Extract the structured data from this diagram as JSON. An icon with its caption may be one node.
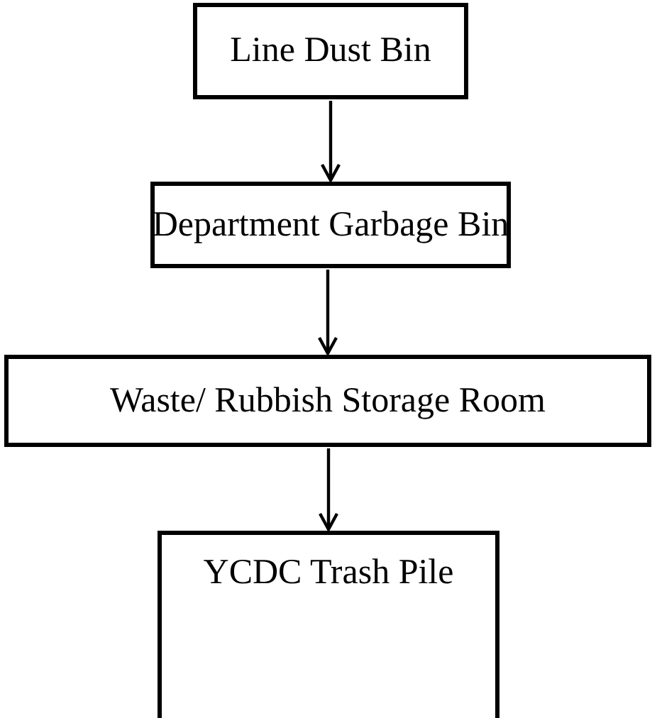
{
  "diagram": {
    "nodes": [
      {
        "text": [
          "Line Dust Bin"
        ]
      },
      {
        "text": [
          "Department Garbage Bin"
        ]
      },
      {
        "text": [
          "Waste/ Rubbish Storage Room"
        ]
      },
      {
        "text": [
          "YCDC Trash Pile"
        ]
      }
    ],
    "edges": [
      {
        "from": 0,
        "to": 1,
        "arrow": "to"
      },
      {
        "from": 1,
        "to": 2,
        "arrow": "to"
      },
      {
        "from": 2,
        "to": 3,
        "arrow": "to"
      }
    ]
  }
}
